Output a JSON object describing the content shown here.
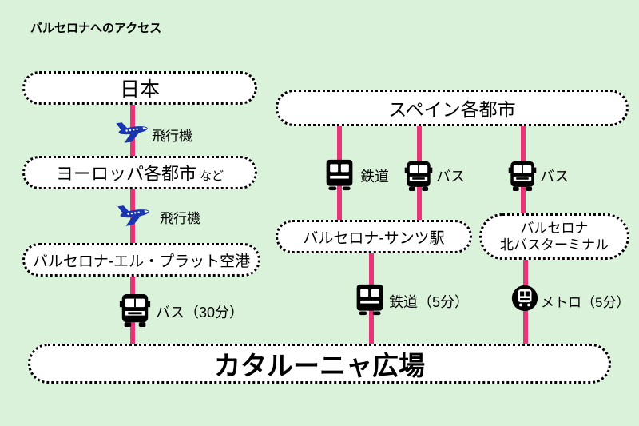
{
  "title": "バルセロナへのアクセス",
  "nodes": {
    "japan": "日本",
    "europe": "ヨーロッパ各都市",
    "europe_suffix": "など",
    "airport": "バルセロナ-エル・プラット空港",
    "spain": "スペイン各都市",
    "sants": "バルセロナ-サンツ駅",
    "north_line1": "バルセロナ",
    "north_line2": "北バスターミナル",
    "catalunya": "カタルーニャ広場"
  },
  "transports": {
    "flight1": "飛行機",
    "flight2": "飛行機",
    "bus30": "バス（30分）",
    "rail_to_sants": "鉄道",
    "bus_to_sants": "バス",
    "bus_to_north": "バス",
    "rail5": "鉄道（5分）",
    "metro5": "メトロ（5分）"
  },
  "colors": {
    "background": "#d9f2d9",
    "route_line": "#e8357a",
    "plane_blue": "#1a35b0",
    "icon_black": "#000000",
    "node_fill": "#ffffff",
    "node_border": "#000000"
  }
}
